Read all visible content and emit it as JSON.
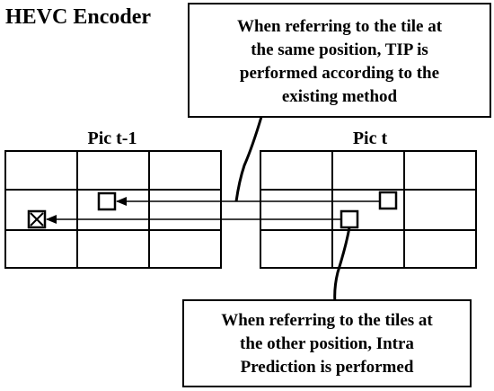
{
  "title": "HEVC Encoder",
  "callout_top": {
    "lines": [
      "When referring to the  tile at",
      "the same position, TIP is",
      "performed according to the",
      "existing method"
    ]
  },
  "callout_bottom": {
    "lines": [
      "When referring to the tiles at",
      "the other position, Intra",
      "Prediction is performed"
    ]
  },
  "pictures": {
    "prev_label": "Pic t-1",
    "curr_label": "Pic t",
    "grid_rows": 3,
    "grid_cols": 3
  },
  "colors": {
    "stroke": "#000000",
    "background": "#ffffff"
  }
}
